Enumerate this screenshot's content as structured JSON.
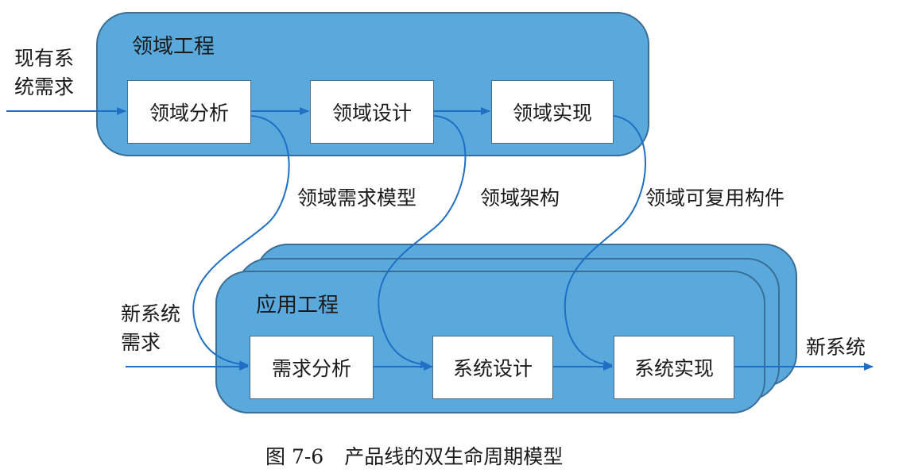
{
  "domain_engineering": {
    "title": "领域工程",
    "steps": [
      "领域分析",
      "领域设计",
      "领域实现"
    ]
  },
  "application_engineering": {
    "title": "应用工程",
    "steps": [
      "需求分析",
      "系统设计",
      "系统实现"
    ]
  },
  "inputs": {
    "existing_requirements": [
      "现有系",
      "统需求"
    ],
    "new_requirements": [
      "新系统",
      "需求"
    ]
  },
  "output": "新系统",
  "artifacts": [
    "领域需求模型",
    "领域架构",
    "领域可复用构件"
  ],
  "caption": {
    "number": "图 7-6",
    "text": "产品线的双生命周期模型"
  },
  "colors": {
    "region_fill": "#5aa9dc",
    "region_stroke": "#3a6e96",
    "arrow": "#1f6fc4",
    "box_stroke": "#4a6a86"
  }
}
